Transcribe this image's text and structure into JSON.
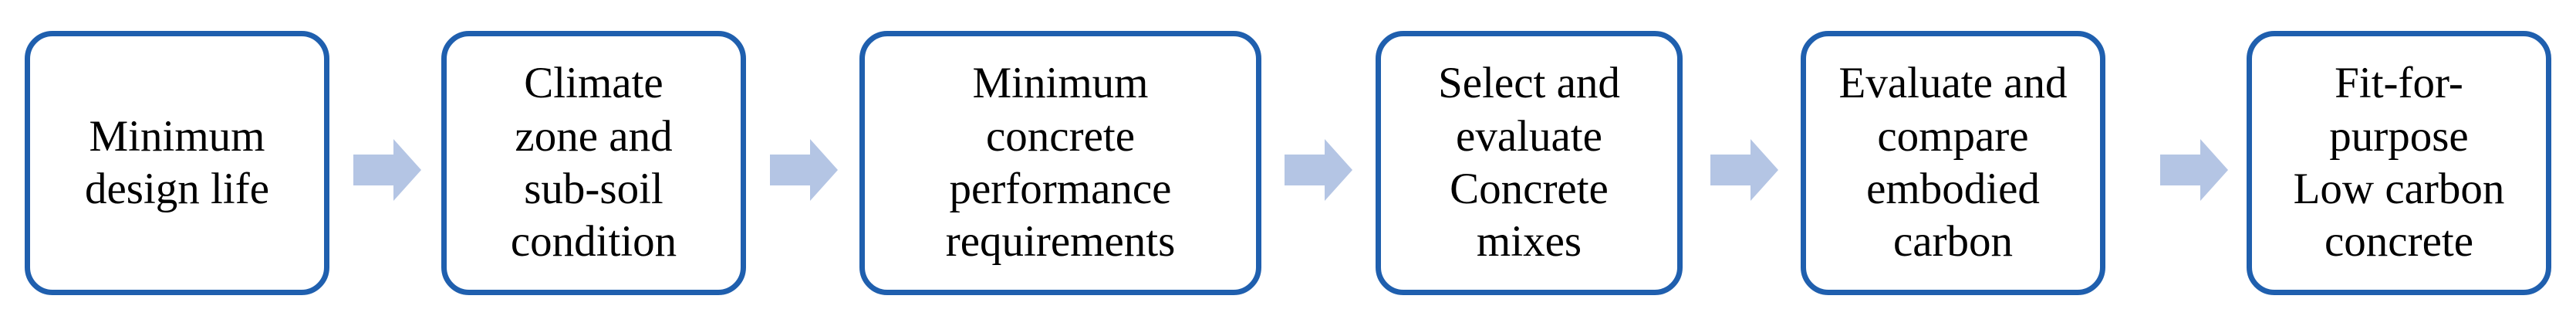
{
  "flowchart": {
    "steps": [
      {
        "label": "Minimum\ndesign life"
      },
      {
        "label": "Climate\nzone and\nsub-soil\ncondition"
      },
      {
        "label": "Minimum\nconcrete\nperformance\nrequirements"
      },
      {
        "label": "Select and\nevaluate\nConcrete\nmixes"
      },
      {
        "label": "Evaluate and\ncompare\nembodied\ncarbon"
      },
      {
        "label": "Fit-for-\npurpose\nLow carbon\nconcrete"
      }
    ],
    "colors": {
      "box_border": "#1f5fae",
      "arrow_fill": "#b4c5e4",
      "text": "#000000"
    },
    "arrow_icon": "right-block-arrow-icon"
  }
}
